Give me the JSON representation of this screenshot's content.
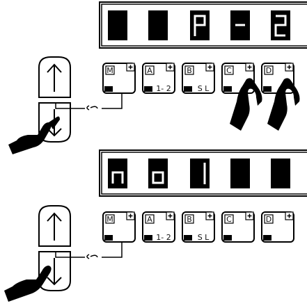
{
  "display_top": {
    "digits": [
      "",
      "",
      "P",
      "-",
      "2"
    ],
    "bg": "#ffffff",
    "digit_color": "#000000"
  },
  "display_bottom": {
    "digits": [
      "n",
      "o",
      "1",
      "",
      ""
    ]
  },
  "keys": [
    {
      "letter": "M",
      "sub": ""
    },
    {
      "letter": "A",
      "sub": "1- 2"
    },
    {
      "letter": "B",
      "sub": "S L"
    },
    {
      "letter": "C",
      "sub": ""
    },
    {
      "letter": "D",
      "sub": ""
    }
  ],
  "arrows": {
    "up": "up-arrow-icon",
    "down": "down-arrow-icon"
  },
  "hands": {
    "top_left": "pointing-hand-icon",
    "top_right": "two-pointing-hands-icon",
    "bottom_left": "pointing-hand-icon"
  }
}
